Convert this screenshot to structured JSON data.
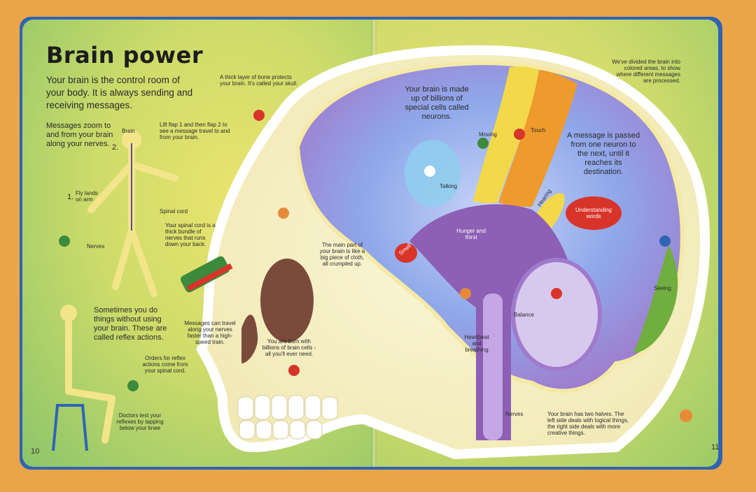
{
  "title": "Brain power",
  "intro": "Your brain is the control room of your body. It is always sending and receiving messages.",
  "nervous_system": {
    "messages_text": "Messages zoom to and from your brain along your nerves.",
    "lift_flap_text": "Lift flap 1 and then flap 2 to see a message travel to and from your brain.",
    "label_brain": "Brain",
    "label_flap_2": "2.",
    "label_flap_1": "1.",
    "label_fly_lands": "Fly lands on arm",
    "label_spinal_cord": "Spinal cord",
    "spinal_cord_text": "Your spinal cord is a thick bundle of nerves that runs down your back.",
    "label_nerves": "Nerves"
  },
  "reflex": {
    "reflex_text": "Sometimes you do things without using your brain. These are called reflex actions.",
    "orders_text": "Orders for reflex actions come from your spinal cord.",
    "doctors_text": "Doctors test your reflexes by tapping below your knee"
  },
  "skull": {
    "skull_text": "A thick layer of bone protects your brain. It's called your skull.",
    "crumpled_text": "The main part of your brain is like a big piece of cloth, all crumpled up.",
    "messages_travel_text": "Messages can travel along your nerves faster than a high-speed train.",
    "born_with_text": "You are born with billions of brain cells - all you'll ever need."
  },
  "brain": {
    "neurons_text": "Your brain is made up of billions of special cells called neurons.",
    "passed_text": "A message is passed from one neuron to the next, until it reaches its destination.",
    "divided_text": "We've divided the brain into colored areas, to show where different messages are processed.",
    "halves_text": "Your brain has two halves. The left side deals with logical things, the right side deals with more creative things.",
    "areas": {
      "talking": "Talking",
      "moving": "Moving",
      "touch": "Touch",
      "hearing": "Hearing",
      "understanding": "Understanding words",
      "smell": "Smell",
      "hunger": "Hunger and thirst",
      "heartbeat": "Heartbeat and breathing",
      "balance": "Balance",
      "seeing": "Seeing",
      "nerves": "Nerves"
    }
  },
  "page_numbers": {
    "left": "10",
    "right": "11"
  },
  "colors": {
    "background": "#e9a548",
    "cover": "#2f63b5",
    "brain_blue": "#8aa8e8",
    "brain_purple": "#a07acc",
    "stem_purple": "#8d5fb5",
    "moving_yellow": "#f3d94a",
    "touch_orange": "#ef9a2c",
    "understanding_red": "#d8342a",
    "seeing_green": "#6fae3f"
  }
}
